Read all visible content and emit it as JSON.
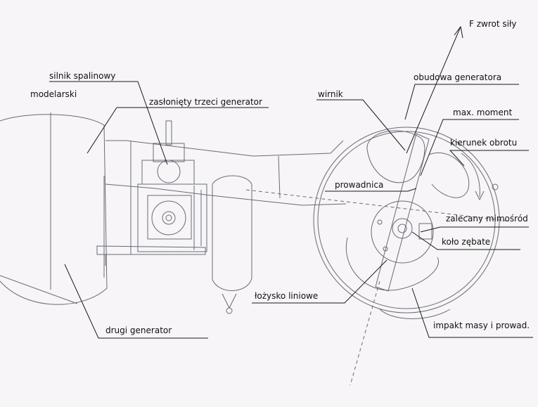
{
  "labels": {
    "silnik_spalinowy": "silnik spalinowy",
    "modelarski": "modelarski",
    "zasloniety_trzeci_generator": "zasłonięty trzeci generator",
    "drugi_generator": "drugi generator",
    "lozysko_liniowe": "łożysko liniowe",
    "wirnik": "wirnik",
    "obudowa_generatora": "obudowa generatora",
    "f_zwrot_sily": "F zwrot siły",
    "max_moment": "max. moment",
    "kierunek_obrotu": "kierunek obrotu",
    "prowadnica": "prowadnica",
    "zalecany_mimosrod": "zalecany mimośród",
    "kolo_zebate": "koło zębate",
    "impakt_masy": "impakt masy i prowad."
  },
  "colors": {
    "sketch": "#6a6a78",
    "leader": "#1a1a1a",
    "paper": "#f7f5f7"
  }
}
